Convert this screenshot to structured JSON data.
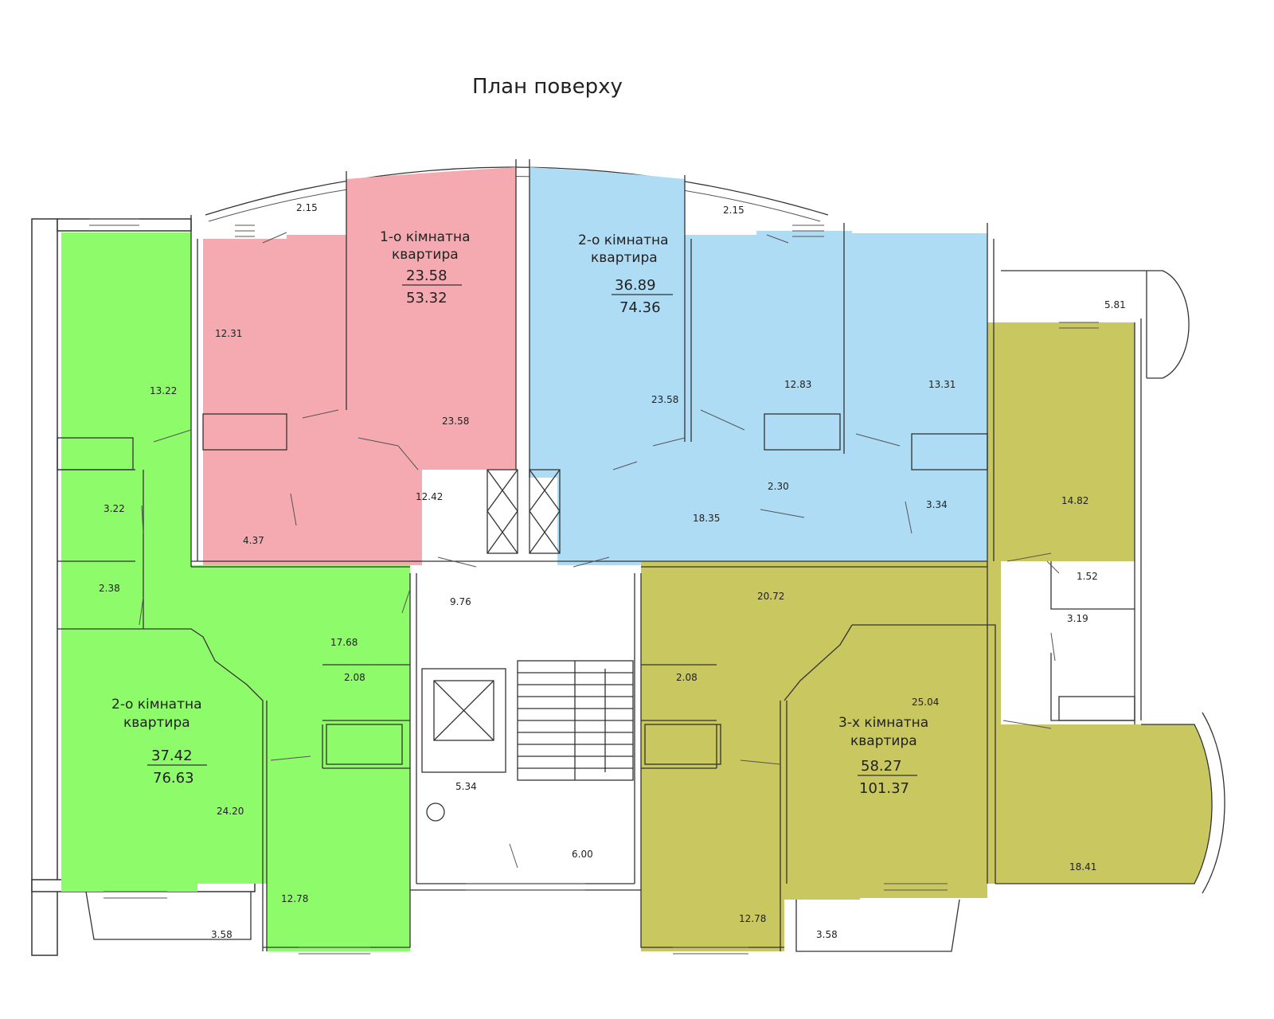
{
  "title": "План поверху",
  "colors": {
    "green": "#8dfb6a",
    "pink": "#f5a9b0",
    "blue": "#aedcf5",
    "olive": "#c9c75f",
    "wall": "#ffffff",
    "stroke": "#333333"
  },
  "apartments": {
    "one_room": {
      "label_line1": "1-о кімнатна",
      "label_line2": "квартира",
      "living_area": "23.58",
      "total_area": "53.32"
    },
    "two_room_top": {
      "label_line1": "2-о кімнатна",
      "label_line2": "квартира",
      "living_area": "36.89",
      "total_area": "74.36"
    },
    "two_room_left": {
      "label_line1": "2-о кімнатна",
      "label_line2": "квартира",
      "living_area": "37.42",
      "total_area": "76.63"
    },
    "three_room": {
      "label_line1": "3-х кімнатна",
      "label_line2": "квартира",
      "living_area": "58.27",
      "total_area": "101.37"
    }
  },
  "room_areas": {
    "balcony_top_left": "2.15",
    "balcony_top_right": "2.15",
    "pink_room": "12.31",
    "pink_living": "23.58",
    "pink_hall": "12.42",
    "pink_bath": "4.37",
    "blue_living": "23.58",
    "blue_kitchen": "12.83",
    "blue_bedroom": "13.31",
    "blue_wc": "2.30",
    "blue_hall": "18.35",
    "blue_bath": "3.34",
    "green_kitchen": "13.22",
    "green_bath": "3.22",
    "green_wc": "2.38",
    "green_hall": "17.68",
    "green_store": "2.08",
    "green_living": "24.20",
    "green_bedroom": "12.78",
    "green_balcony": "3.58",
    "stair_hall": "9.76",
    "lift_lobby": "5.34",
    "stair_lobby": "6.00",
    "olive_balcony": "5.81",
    "olive_kitchen": "14.82",
    "olive_wc": "1.52",
    "olive_bath": "3.19",
    "olive_hall": "20.72",
    "olive_store": "2.08",
    "olive_living": "25.04",
    "olive_bedroom": "18.41",
    "olive_room": "12.78",
    "olive_balcony_bottom": "3.58"
  }
}
